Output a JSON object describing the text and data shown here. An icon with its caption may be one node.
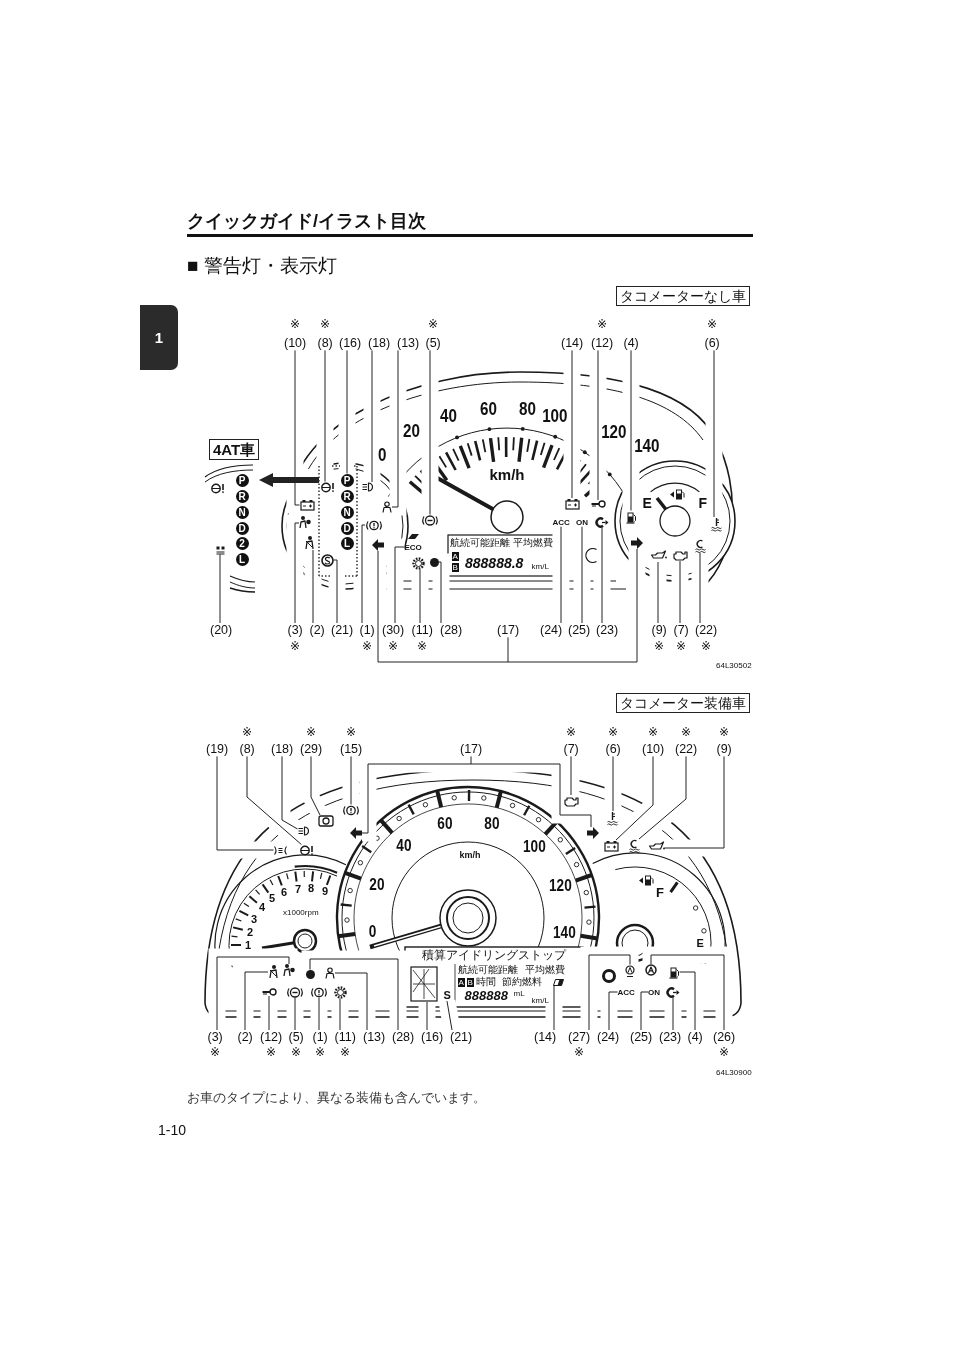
{
  "diagram": {
    "title": "■ 警告灯・表示灯",
    "caption": "お車のタイプにより、異なる装備も含んでいます。",
    "nodes": [
      {
        "text": [
          "1"
        ]
      },
      {
        "text": [
          "タコメーターなし車"
        ]
      },
      {
        "text": [
          "(10)"
        ],
        "beside": [
          "※"
        ]
      },
      {
        "text": [
          "(8)"
        ],
        "beside": [
          "※"
        ]
      },
      {
        "text": [
          "(16)"
        ]
      },
      {
        "text": [
          "(18)"
        ]
      },
      {
        "text": [
          "(13)"
        ]
      },
      {
        "text": [
          "(5)"
        ],
        "beside": [
          "※"
        ]
      },
      {
        "text": [
          "(14)"
        ]
      },
      {
        "text": [
          "(12)"
        ],
        "beside": [
          "※"
        ]
      },
      {
        "text": [
          "(4)"
        ]
      },
      {
        "text": [
          "(6)"
        ],
        "beside": [
          "※"
        ]
      },
      {
        "text": [
          "4AT車"
        ]
      },
      {
        "text": [],
        "shape": "picture"
      },
      {
        "text": [],
        "shape": "box"
      },
      {
        "text": [
          "(20)"
        ]
      },
      {
        "text": [
          "(3)"
        ],
        "beside": [
          "※"
        ]
      },
      {
        "text": [
          "(2)"
        ]
      },
      {
        "text": [
          "(21)"
        ]
      },
      {
        "text": [
          "(1)"
        ],
        "beside": [
          "※"
        ]
      },
      {
        "text": [
          "(30)"
        ],
        "beside": [
          "※"
        ]
      },
      {
        "text": [
          "(11)"
        ],
        "beside": [
          "※"
        ]
      },
      {
        "text": [
          "(28)"
        ]
      },
      {
        "text": [
          "(17)"
        ]
      },
      {
        "text": [
          "(24)"
        ]
      },
      {
        "text": [
          "(25)"
        ]
      },
      {
        "text": [
          "(23)"
        ]
      },
      {
        "text": [
          "(9)"
        ],
        "beside": [
          "※"
        ]
      },
      {
        "text": [
          "(7)"
        ],
        "beside": [
          "※"
        ]
      },
      {
        "text": [
          "(22)"
        ],
        "beside": [
          "※"
        ]
      },
      {
        "text": [
          "タコメーター装備車"
        ]
      },
      {
        "text": [
          "(19)"
        ]
      },
      {
        "text": [
          "(8)"
        ],
        "beside": [
          "※"
        ]
      },
      {
        "text": [
          "(18)"
        ]
      },
      {
        "text": [
          "(29)"
        ],
        "beside": [
          "※"
        ]
      },
      {
        "text": [
          "(15)"
        ],
        "beside": [
          "※"
        ]
      },
      {
        "text": [
          "(17)"
        ]
      },
      {
        "text": [
          "(7)"
        ],
        "beside": [
          "※"
        ]
      },
      {
        "text": [
          "(6)"
        ],
        "beside": [
          "※"
        ]
      },
      {
        "text": [
          "(10)"
        ],
        "beside": [
          "※"
        ]
      },
      {
        "text": [
          "(22)"
        ],
        "beside": [
          "※"
        ]
      },
      {
        "text": [
          "(9)"
        ],
        "beside": [
          "※"
        ]
      },
      {
        "text": [
          "(3)"
        ],
        "beside": [
          "※"
        ]
      },
      {
        "text": [
          "(2)"
        ]
      },
      {
        "text": [
          "(12)"
        ],
        "beside": [
          "※"
        ]
      },
      {
        "text": [
          "(5)"
        ],
        "beside": [
          "※"
        ]
      },
      {
        "text": [
          "(1)"
        ],
        "beside": [
          "※"
        ]
      },
      {
        "text": [
          "(11)"
        ],
        "beside": [
          "※"
        ]
      },
      {
        "text": [
          "(13)"
        ]
      },
      {
        "text": [
          "(28)"
        ]
      },
      {
        "text": [
          "(16)"
        ]
      },
      {
        "text": [
          "(21)"
        ]
      },
      {
        "text": [
          "(14)"
        ]
      },
      {
        "text": [
          "(27)"
        ],
        "beside": [
          "※"
        ]
      },
      {
        "text": [
          "(24)"
        ]
      },
      {
        "text": [
          "(25)"
        ]
      },
      {
        "text": [
          "(23)"
        ]
      },
      {
        "text": [
          "(4)"
        ]
      },
      {
        "text": [
          "(26)"
        ],
        "beside": [
          "※"
        ]
      },
      {
        "text": [
          "P"
        ],
        "in": 14
      },
      {
        "text": [
          "R"
        ],
        "in": 14
      },
      {
        "text": [
          "N"
        ],
        "in": 14
      },
      {
        "text": [
          "D"
        ],
        "in": 14
      },
      {
        "text": [
          "L"
        ],
        "in": 14
      },
      {
        "text": [
          "P"
        ],
        "in": 13
      },
      {
        "text": [
          "R"
        ],
        "in": 13
      },
      {
        "text": [
          "N"
        ],
        "in": 13
      },
      {
        "text": [
          "D"
        ],
        "in": 13
      },
      {
        "text": [
          "2"
        ],
        "in": 13
      },
      {
        "text": [
          "L"
        ],
        "in": 13
      },
      {
        "text": [],
        "shape": "picture"
      },
      {
        "text": [],
        "shape": "picture",
        "in": 14
      },
      {
        "text": [],
        "shape": "picture"
      },
      {
        "text": [],
        "shape": "picture"
      },
      {
        "text": [],
        "shape": "picture"
      },
      {
        "text": [],
        "shape": "picture"
      },
      {
        "text": [],
        "shape": "picture"
      },
      {
        "text": [],
        "shape": "picture"
      },
      {
        "text": [],
        "shape": "picture"
      },
      {
        "text": [],
        "shape": "picture",
        "in": 13
      },
      {
        "text": [],
        "shape": "picture"
      },
      {
        "text": [],
        "shape": "picture"
      },
      {
        "text": [],
        "shape": "picture",
        "in": 14
      },
      {
        "text": [],
        "shape": "picture"
      },
      {
        "text": [
          "ECO"
        ]
      },
      {
        "text": [],
        "shape": "picture"
      },
      {
        "text": [],
        "shape": "circle"
      },
      {
        "text": [],
        "shape": "picture"
      },
      {
        "text": [],
        "shape": "picture"
      },
      {
        "text": [
          "ACC"
        ]
      },
      {
        "text": [
          "ON"
        ]
      },
      {
        "text": [],
        "shape": "picture"
      },
      {
        "text": [],
        "shape": "picture"
      },
      {
        "text": [],
        "shape": "picture"
      },
      {
        "text": [],
        "shape": "picture"
      },
      {
        "text": [],
        "shape": "picture"
      },
      {
        "text": [],
        "shape": "picture"
      },
      {
        "text": [],
        "shape": "picture"
      },
      {
        "text": [],
        "shape": "picture"
      },
      {
        "text": [],
        "shape": "picture"
      },
      {
        "text": [],
        "shape": "picture"
      },
      {
        "text": [],
        "shape": "picture"
      },
      {
        "text": [],
        "shape": "picture"
      },
      {
        "text": [],
        "shape": "picture"
      },
      {
        "text": [],
        "shape": "picture"
      },
      {
        "text": [],
        "shape": "picture"
      },
      {
        "text": [],
        "shape": "picture"
      },
      {
        "text": [],
        "shape": "picture"
      },
      {
        "text": [],
        "shape": "picture"
      },
      {
        "text": [],
        "shape": "picture"
      },
      {
        "text": [],
        "shape": "picture"
      },
      {
        "text": [],
        "shape": "picture"
      },
      {
        "text": [],
        "shape": "picture"
      },
      {
        "text": [],
        "shape": "picture"
      },
      {
        "text": [],
        "shape": "circle"
      },
      {
        "text": [],
        "shape": "picture"
      },
      {
        "text": [
          "S"
        ]
      },
      {
        "text": [],
        "shape": "picture"
      },
      {
        "text": [],
        "shape": "picture"
      },
      {
        "text": [
          "ACC"
        ]
      },
      {
        "text": [
          "ON"
        ]
      },
      {
        "text": [],
        "shape": "picture"
      },
      {
        "text": [],
        "shape": "picture"
      },
      {
        "text": [],
        "shape": "picture"
      }
    ],
    "edges": [
      {
        "from": 2,
        "to": 70,
        "arrow": "none"
      },
      {
        "from": 3,
        "to": 71,
        "arrow": "none"
      },
      {
        "from": 4,
        "to": 59,
        "arrow": "none"
      },
      {
        "from": 5,
        "to": 72,
        "arrow": "none"
      },
      {
        "from": 6,
        "to": 73,
        "arrow": "none"
      },
      {
        "from": 7,
        "to": 74,
        "arrow": "none"
      },
      {
        "from": 8,
        "to": 75,
        "arrow": "none"
      },
      {
        "from": 9,
        "to": 76,
        "arrow": "none"
      },
      {
        "from": 10,
        "to": 77,
        "arrow": "none"
      },
      {
        "from": 11,
        "to": 78,
        "arrow": "none"
      },
      {
        "from": 14,
        "to": 13,
        "arrow": "to",
        "style": "thick"
      },
      {
        "from": 15,
        "to": 79,
        "arrow": "none"
      },
      {
        "from": 16,
        "to": 80,
        "arrow": "none"
      },
      {
        "from": 17,
        "to": 81,
        "arrow": "none"
      },
      {
        "from": 18,
        "to": 82,
        "arrow": "none"
      },
      {
        "from": 19,
        "to": 83,
        "arrow": "none"
      },
      {
        "from": 20,
        "to": 84,
        "arrow": "none"
      },
      {
        "from": 21,
        "to": 85,
        "arrow": "none"
      },
      {
        "from": 22,
        "to": 86,
        "arrow": "none"
      },
      {
        "from": 23,
        "to": 87,
        "arrow": "none"
      },
      {
        "from": 23,
        "to": 88,
        "arrow": "none"
      },
      {
        "from": 24,
        "to": 89,
        "arrow": "none"
      },
      {
        "from": 25,
        "to": 90,
        "arrow": "none"
      },
      {
        "from": 26,
        "to": 91,
        "arrow": "none"
      },
      {
        "from": 27,
        "to": 92,
        "arrow": "none"
      },
      {
        "from": 28,
        "to": 93,
        "arrow": "none"
      },
      {
        "from": 29,
        "to": 94,
        "arrow": "none"
      },
      {
        "from": 31,
        "to": 95,
        "arrow": "none"
      },
      {
        "from": 32,
        "to": 96,
        "arrow": "none"
      },
      {
        "from": 33,
        "to": 97,
        "arrow": "none"
      },
      {
        "from": 34,
        "to": 98,
        "arrow": "none"
      },
      {
        "from": 35,
        "to": 99,
        "arrow": "none"
      },
      {
        "from": 36,
        "to": 100,
        "arrow": "none"
      },
      {
        "from": 36,
        "to": 101,
        "arrow": "none"
      },
      {
        "from": 37,
        "to": 102,
        "arrow": "none"
      },
      {
        "from": 38,
        "to": 103,
        "arrow": "none"
      },
      {
        "from": 39,
        "to": 104,
        "arrow": "none"
      },
      {
        "from": 40,
        "to": 105,
        "arrow": "none"
      },
      {
        "from": 41,
        "to": 106,
        "arrow": "none"
      },
      {
        "from": 42,
        "to": 107,
        "arrow": "none"
      },
      {
        "from": 43,
        "to": 108,
        "arrow": "none"
      },
      {
        "from": 44,
        "to": 109,
        "arrow": "none"
      },
      {
        "from": 45,
        "to": 110,
        "arrow": "none"
      },
      {
        "from": 46,
        "to": 111,
        "arrow": "none"
      },
      {
        "from": 47,
        "to": 112,
        "arrow": "none"
      },
      {
        "from": 48,
        "to": 113,
        "arrow": "none"
      },
      {
        "from": 49,
        "to": 114,
        "arrow": "none"
      },
      {
        "from": 50,
        "to": 115,
        "arrow": "none"
      },
      {
        "from": 51,
        "to": 116,
        "arrow": "none"
      },
      {
        "from": 52,
        "to": 117,
        "arrow": "none"
      },
      {
        "from": 53,
        "to": 118,
        "arrow": "none"
      },
      {
        "from": 54,
        "to": 119,
        "arrow": "none"
      },
      {
        "from": 55,
        "to": 120,
        "arrow": "none"
      },
      {
        "from": 56,
        "to": 121,
        "arrow": "none"
      },
      {
        "from": 57,
        "to": 122,
        "arrow": "none"
      },
      {
        "from": 58,
        "to": 123,
        "arrow": "none"
      }
    ],
    "labels": [
      "クイックガイド/イラスト目次",
      "0",
      "20",
      "40",
      "60",
      "80",
      "100",
      "120",
      "140",
      "km/h",
      "E",
      "F",
      "航続可能距離",
      "平均燃費",
      "A",
      "B",
      "888888.8",
      "km/L",
      "64L30502",
      "1",
      "2",
      "3",
      "4",
      "5",
      "6",
      "7",
      "8",
      "9",
      "x1000rpm",
      "0",
      "20",
      "40",
      "60",
      "80",
      "100",
      "120",
      "140",
      "km/h",
      "F",
      "E",
      "積算アイドリングストップ",
      "航続可能距離",
      "平均燃費",
      "A",
      "B",
      "時間",
      "節約燃料",
      "888888",
      "mL",
      "km/L",
      "64L30900",
      "1-10"
    ]
  }
}
